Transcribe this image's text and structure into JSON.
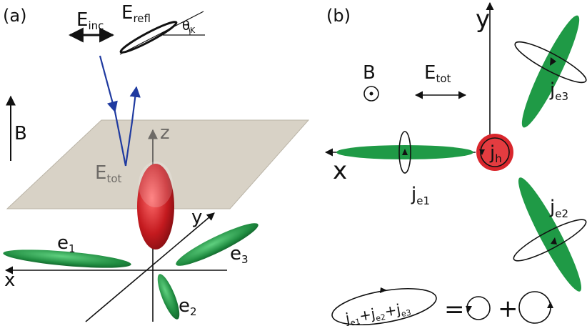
{
  "panel_a": {
    "label": "(a)",
    "e_inc": {
      "main": "E",
      "sub": "inc"
    },
    "e_refl": {
      "main": "E",
      "sub": "refl"
    },
    "theta": {
      "main": "θ",
      "sub": "K"
    },
    "b_field": "B",
    "e_tot": {
      "main": "E",
      "sub": "tot"
    },
    "axis_z": "z",
    "axis_y": "y",
    "axis_x": "x",
    "e1": {
      "main": "e",
      "sub": "1"
    },
    "e2": {
      "main": "e",
      "sub": "2"
    },
    "e3": {
      "main": "e",
      "sub": "3"
    }
  },
  "panel_b": {
    "label": "(b)",
    "b_field": "B",
    "e_tot": {
      "main": "E",
      "sub": "tot"
    },
    "axis_y": "y",
    "axis_x": "x",
    "jh": {
      "main": "j",
      "sub": "h"
    },
    "je1": {
      "main": "j",
      "sub": "e1"
    },
    "je2": {
      "main": "j",
      "sub": "e2"
    },
    "je3": {
      "main": "j",
      "sub": "e3"
    },
    "sum": {
      "j1": {
        "main": "j",
        "sub": "e1"
      },
      "j2": {
        "main": "j",
        "sub": "e2"
      },
      "j3": {
        "main": "j",
        "sub": "e3"
      },
      "plus": "+",
      "equals": "=",
      "plus2": "+"
    }
  },
  "colors": {
    "green": "#1f9a46",
    "red": "#d9262c",
    "blue": "#1f3aa0",
    "plane": "#d6d0c4"
  }
}
